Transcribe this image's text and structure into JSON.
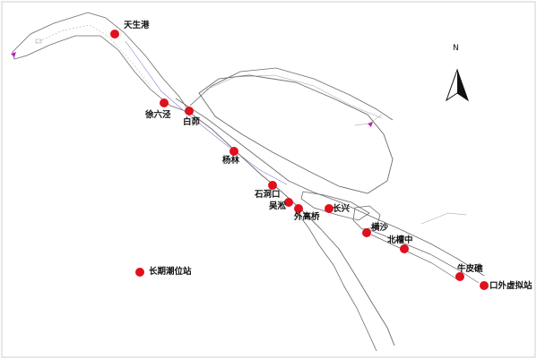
{
  "stations": [
    {
      "id": "tianshenggang",
      "label": "天生港"
    },
    {
      "id": "xuliujing",
      "label": "徐六泾"
    },
    {
      "id": "baimao",
      "label": "白茆"
    },
    {
      "id": "yanglin",
      "label": "杨林"
    },
    {
      "id": "shidongkou",
      "label": "石洞口"
    },
    {
      "id": "wusong",
      "label": "吴淞"
    },
    {
      "id": "waigaoqiao",
      "label": "外高桥"
    },
    {
      "id": "changxing",
      "label": "长兴"
    },
    {
      "id": "hengsha",
      "label": "横沙"
    },
    {
      "id": "beicaozhong",
      "label": "北槽中"
    },
    {
      "id": "niupijiao",
      "label": "牛皮礁"
    },
    {
      "id": "kouwaixuni",
      "label": "口外虚拟站"
    }
  ],
  "legend": {
    "label": "长期潮位站"
  },
  "north_arrow": {
    "label": "N"
  },
  "colors": {
    "station": "#e0101c",
    "coastline": "#6b6b6b"
  }
}
